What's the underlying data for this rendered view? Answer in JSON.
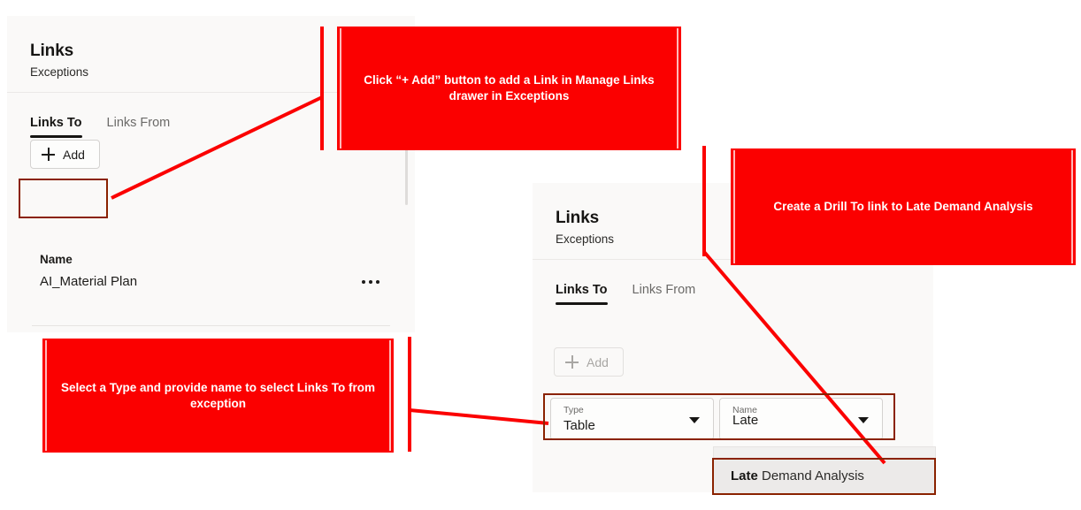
{
  "panel_links_to": {
    "title": "Links",
    "subtitle": "Exceptions",
    "tabs": [
      {
        "label": "Links To",
        "active": true
      },
      {
        "label": "Links From",
        "active": false
      }
    ],
    "add_button": {
      "label": "Add",
      "icon": "plus-icon",
      "disabled": false
    },
    "list": {
      "column_header": "Name",
      "rows": [
        {
          "name": "AI_Material Plan",
          "overflow_icon": "ellipsis-icon"
        }
      ]
    }
  },
  "panel_create_link": {
    "title": "Links",
    "subtitle": "Exceptions",
    "tabs": [
      {
        "label": "Links To",
        "active": true
      },
      {
        "label": "Links From",
        "active": false
      }
    ],
    "add_button": {
      "label": "Add",
      "icon": "plus-icon",
      "disabled": true
    },
    "fields": {
      "type": {
        "label": "Type",
        "value": "Table",
        "icon": "chevron-down-icon"
      },
      "name": {
        "label": "Name",
        "value": "Late",
        "icon": "chevron-down-icon"
      }
    },
    "suggestions": [
      {
        "match": "Late",
        "rest": " Demand Analysis"
      }
    ]
  },
  "annotations": {
    "callout_1": "Click “+ Add” button to add a Link in Manage Links drawer in Exceptions",
    "callout_2": "Create a Drill To link to Late Demand Analysis",
    "callout_3": "Select a Type and provide name to select Links To from exception"
  },
  "colors": {
    "callout_background": "#fb0000",
    "callout_text": "#ffffff",
    "highlight_border": "#8a2200",
    "panel_background": "#faf9f8",
    "page_background": "#ffffff",
    "tab_active": "#161513",
    "tab_inactive": "#6b6a68"
  }
}
